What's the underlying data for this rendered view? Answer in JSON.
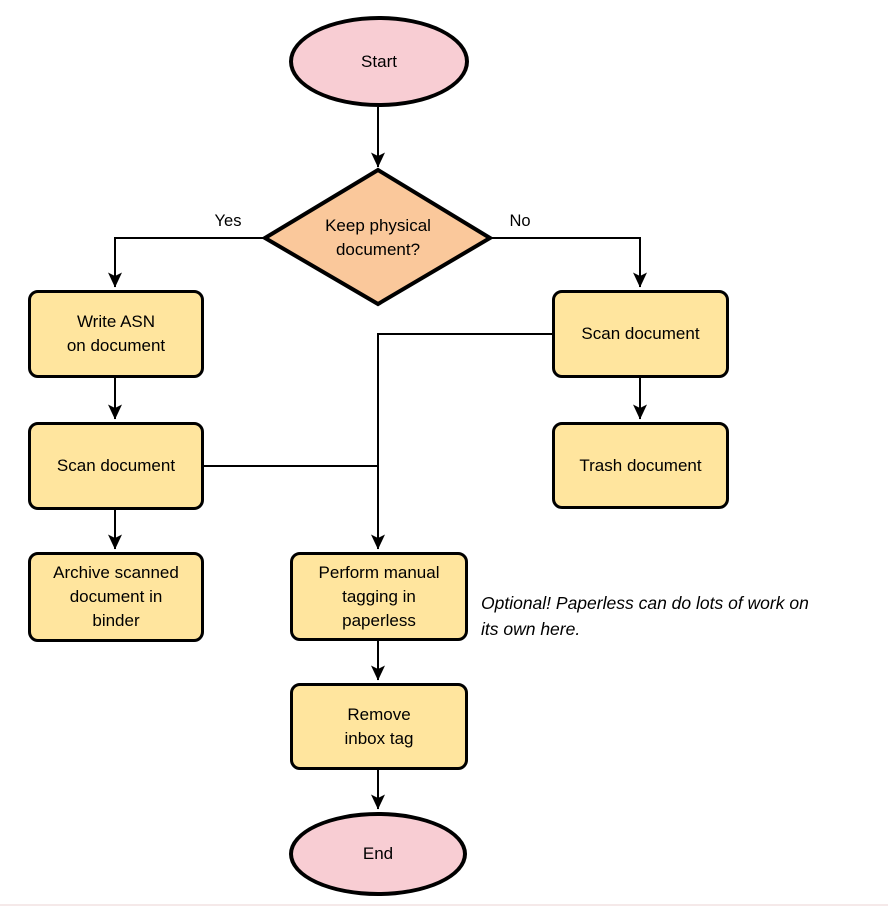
{
  "diagram": {
    "type": "flowchart",
    "nodes": {
      "start": {
        "label": "Start",
        "shape": "ellipse",
        "fill": "#f8cdd3"
      },
      "decision": {
        "label": "Keep physical\ndocument?",
        "shape": "diamond",
        "fill": "#fac89b"
      },
      "write_asn": {
        "label": "Write ASN\non document",
        "shape": "process",
        "fill": "#ffe59e"
      },
      "scan_left": {
        "label": "Scan document",
        "shape": "process",
        "fill": "#ffe59e"
      },
      "archive": {
        "label": "Archive scanned\ndocument in\nbinder",
        "shape": "process",
        "fill": "#ffe59e"
      },
      "scan_right": {
        "label": "Scan document",
        "shape": "process",
        "fill": "#ffe59e"
      },
      "trash": {
        "label": "Trash document",
        "shape": "process",
        "fill": "#ffe59e"
      },
      "tagging": {
        "label": "Perform manual\ntagging in\npaperless",
        "shape": "process",
        "fill": "#ffe59e"
      },
      "remove_inbox": {
        "label": "Remove\ninbox tag",
        "shape": "process",
        "fill": "#ffe59e"
      },
      "end": {
        "label": "End",
        "shape": "ellipse",
        "fill": "#f8cdd3"
      }
    },
    "branch_labels": {
      "yes": "Yes",
      "no": "No"
    },
    "note": "Optional! Paperless can do lots of work on\nits own here.",
    "edges": [
      {
        "from": "start",
        "to": "decision"
      },
      {
        "from": "decision",
        "to": "write_asn",
        "label": "Yes"
      },
      {
        "from": "decision",
        "to": "scan_right",
        "label": "No"
      },
      {
        "from": "write_asn",
        "to": "scan_left"
      },
      {
        "from": "scan_left",
        "to": "archive"
      },
      {
        "from": "scan_left",
        "to": "tagging"
      },
      {
        "from": "scan_right",
        "to": "trash"
      },
      {
        "from": "scan_right",
        "to": "tagging"
      },
      {
        "from": "tagging",
        "to": "remove_inbox"
      },
      {
        "from": "remove_inbox",
        "to": "end"
      }
    ],
    "colors": {
      "stroke": "#000000",
      "background": "#ffffff"
    }
  }
}
